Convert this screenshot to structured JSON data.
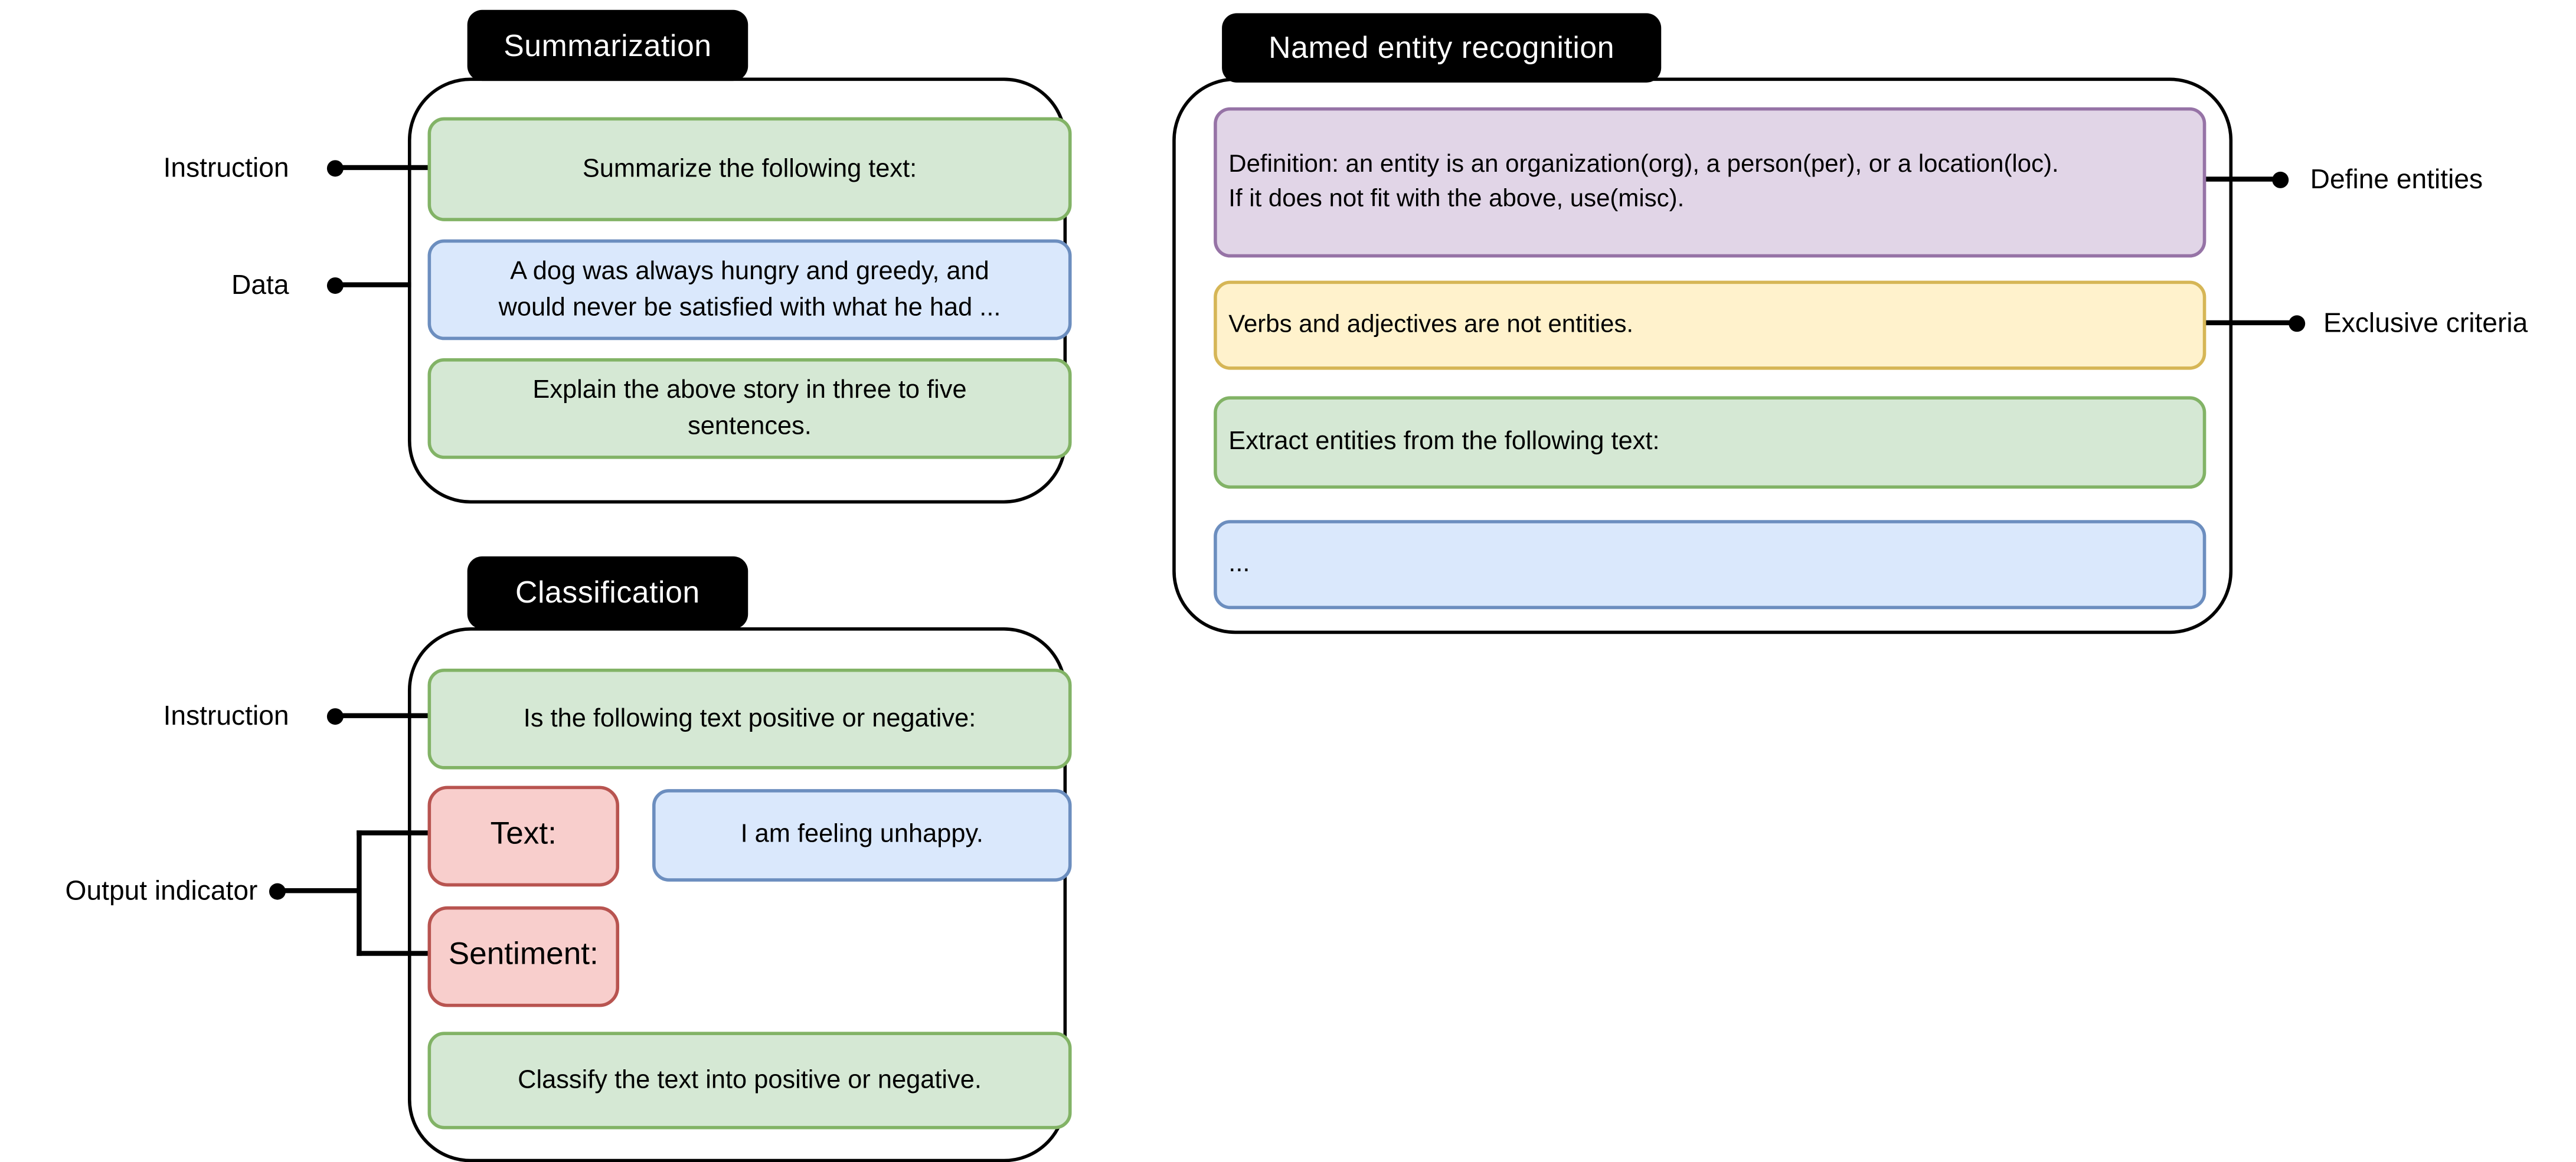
{
  "summarization": {
    "title": "Summarization",
    "instruction_box_1": "Summarize the following text:",
    "data_box": "A dog was always hungry and greedy, and\nwould never be satisfied with what he had ...",
    "instruction_box_2": "Explain the above story in three to five\nsentences.",
    "label_instruction": "Instruction",
    "label_data": "Data"
  },
  "named_entity_recognition": {
    "title": "Named entity recognition",
    "definition_box": "Definition: an entity is an organization(org), a person(per), or a location(loc).\nIf it does not fit with the above, use(misc).",
    "exclusive_box": "Verbs and adjectives are not entities.",
    "instruction_box": "Extract entities from the following text:",
    "data_box": "...",
    "label_define": "Define entities",
    "label_exclusive": "Exclusive criteria"
  },
  "classification": {
    "title": "Classification",
    "instruction_box_1": "Is the following text positive or negative:",
    "text_indicator_box": "Text:",
    "data_box": "I am feeling unhappy.",
    "sentiment_indicator_box": "Sentiment:",
    "instruction_box_2": "Classify the text into positive or negative.",
    "label_instruction": "Instruction",
    "label_output_indicator": "Output indicator"
  },
  "colors": {
    "instruction_fill": "#d5e8d4",
    "instruction_stroke": "#82b366",
    "data_fill": "#dae8fc",
    "data_stroke": "#6c8ebf",
    "definition_fill": "#e1d5e7",
    "definition_stroke": "#9673a6",
    "exclusive_fill": "#fff2cc",
    "exclusive_stroke": "#d6b656",
    "output_indicator_fill": "#f8cecc",
    "output_indicator_stroke": "#b85450",
    "header_bg": "#000000",
    "header_text": "#ffffff"
  }
}
